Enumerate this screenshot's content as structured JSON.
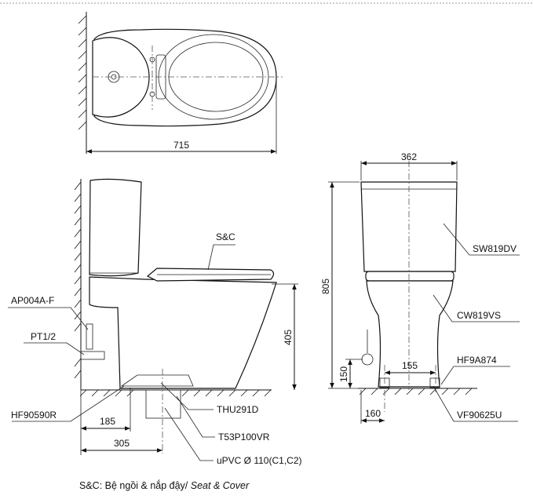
{
  "dimensions": {
    "top_width": "715",
    "front_width": "362",
    "total_height": "805",
    "rim_height": "405",
    "inlet_height": "150",
    "inlet_offset_side": "185",
    "outlet_offset": "305",
    "outlet_spacing": "155",
    "inlet_offset_front": "160"
  },
  "parts": {
    "seat_cover": "S&C",
    "fill_valve": "AP004A-F",
    "inlet_thread": "PT1/2",
    "floor_fixing": "HF90590R",
    "gasket": "THU291D",
    "flange": "T53P100VR",
    "pipe": "uPVC Ø 110(C1,C2)",
    "tank": "SW819DV",
    "bowl": "CW819VS",
    "fixing_kit": "HF9A874",
    "angle_valve": "VF90625U"
  },
  "legend": {
    "prefix": "S&C: Bệ ngồi & nắp đậy/ ",
    "italic": "Seat & Cover"
  },
  "colors": {
    "line": "#111111",
    "background": "#ffffff"
  }
}
